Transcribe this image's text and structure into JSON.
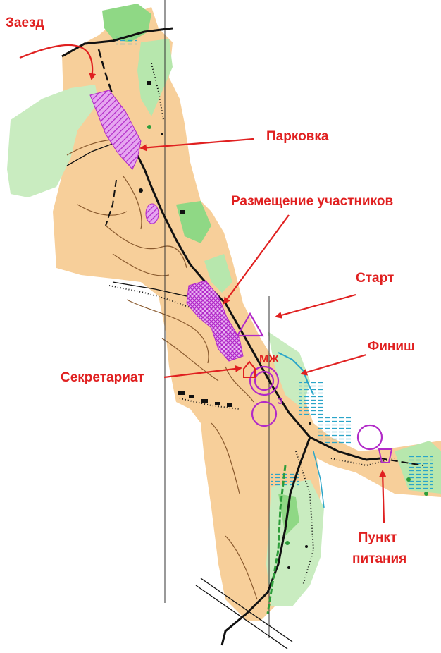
{
  "labels": {
    "arrival": "Заезд",
    "parking": "Парковка",
    "accommodation": "Размещение участников",
    "start": "Старт",
    "finish": "Финиш",
    "secretariat": "Секретариат",
    "food_point_line1": "Пункт",
    "food_point_line2": "питания"
  },
  "map_symbols": {
    "mzh": "МЖ",
    "checkpoint_number": "3"
  },
  "colors": {
    "label_red": "#e02020",
    "open_land": "#f7cf9a",
    "vegetation_green": "#8fd885",
    "light_green": "#c9ecc0",
    "course_purple": "#b12ac8",
    "road_black": "#111111",
    "contour_brown": "#8a5a2e",
    "water_blue": "#2aa5c9"
  }
}
